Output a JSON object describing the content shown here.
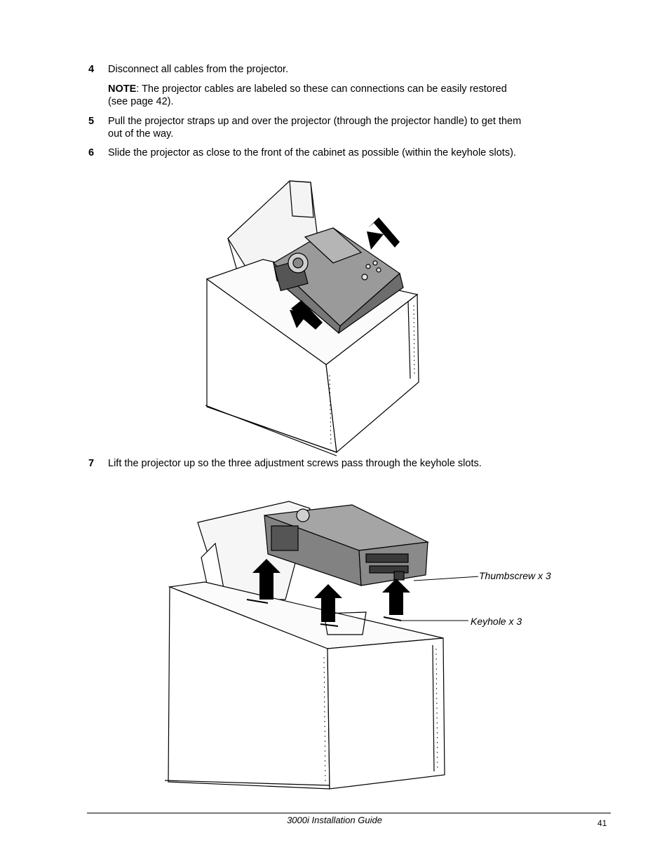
{
  "steps": [
    {
      "num": "4",
      "text": "Disconnect all cables from the projector."
    },
    {
      "num": "5",
      "text": "Pull the projector straps up and over the projector (through the projector handle) to get them out of the way."
    },
    {
      "num": "6",
      "text": "Slide the projector as close to the front of the cabinet as possible (within the keyhole slots)."
    },
    {
      "num": "7",
      "text": "Lift the projector up so the three adjustment screws pass through the keyhole slots."
    }
  ],
  "note": {
    "label": "NOTE",
    "text": ": The projector cables are labeled so these can connections can be easily restored (see page 42)."
  },
  "figure2": {
    "callouts": {
      "thumbscrew": "Thumbscrew x 3",
      "keyhole": "Keyhole x 3"
    }
  },
  "footer": {
    "title": "3000i Installation Guide",
    "page_number": "41"
  }
}
